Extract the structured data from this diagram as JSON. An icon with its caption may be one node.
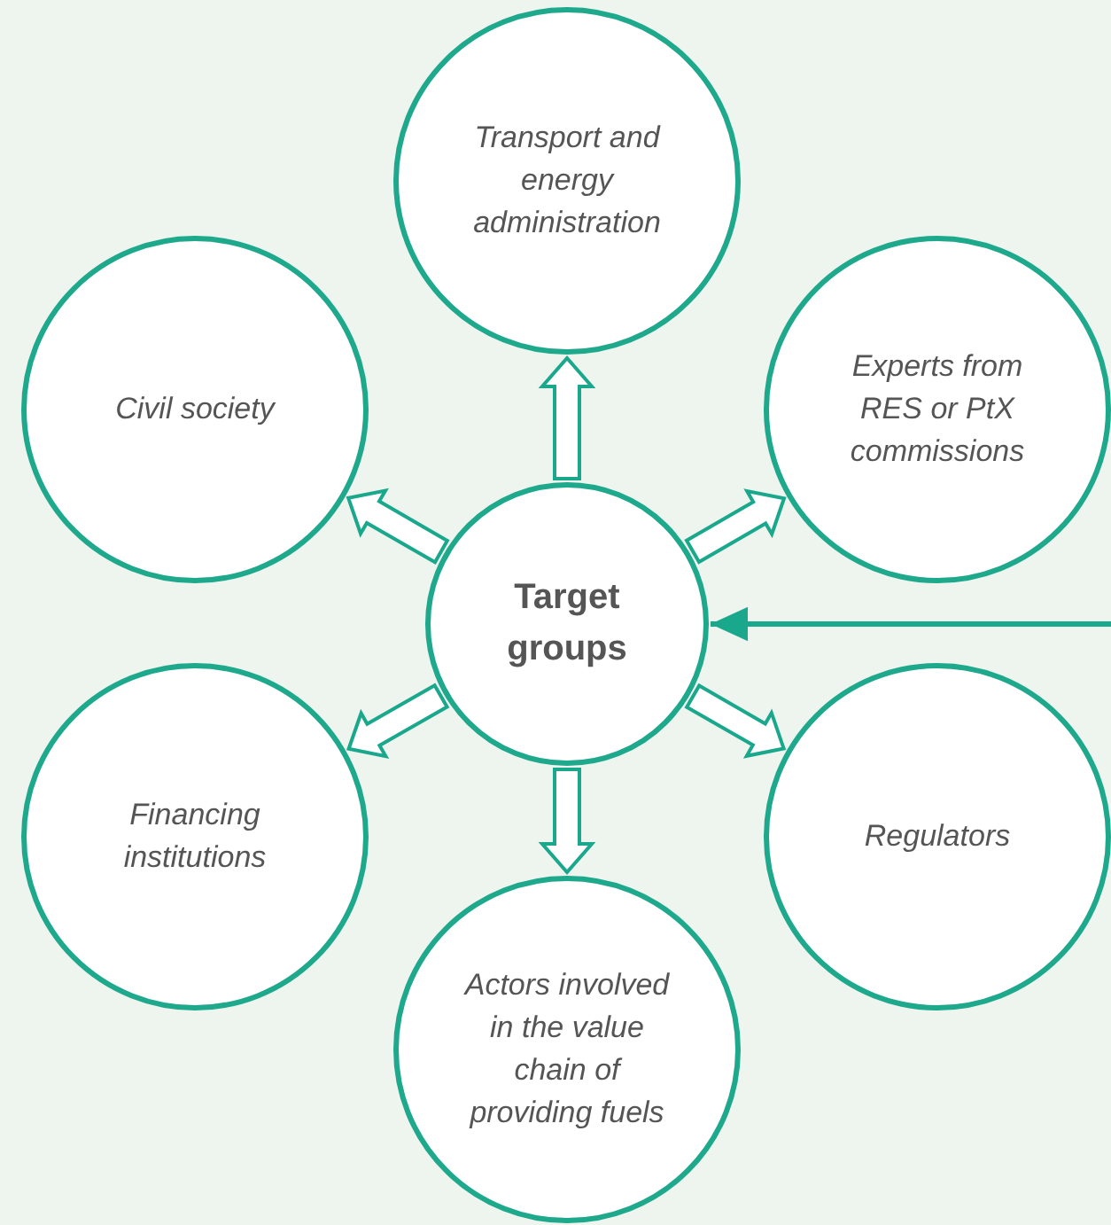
{
  "diagram": {
    "nodes": [
      {
        "text": [
          "Transport and energy administration"
        ]
      },
      {
        "text": [
          "Civil society"
        ]
      },
      {
        "text": [
          "Experts from RES or PtX commissions"
        ]
      },
      {
        "text": [
          "Target groups"
        ]
      },
      {
        "text": [
          "Financing institutions"
        ]
      },
      {
        "text": [
          "Regulators"
        ]
      },
      {
        "text": [
          "Actors involved in the value chain of providing fuels"
        ]
      }
    ],
    "edges": [
      {
        "from": 3,
        "to": 0,
        "arrow": "to"
      },
      {
        "from": 3,
        "to": 1,
        "arrow": "to"
      },
      {
        "from": 3,
        "to": 2,
        "arrow": "to"
      },
      {
        "from": 3,
        "to": 4,
        "arrow": "to"
      },
      {
        "from": 3,
        "to": 5,
        "arrow": "to"
      },
      {
        "from": 3,
        "to": 6,
        "arrow": "to"
      },
      {
        "from": null,
        "to": 3,
        "arrow": "to"
      }
    ]
  }
}
